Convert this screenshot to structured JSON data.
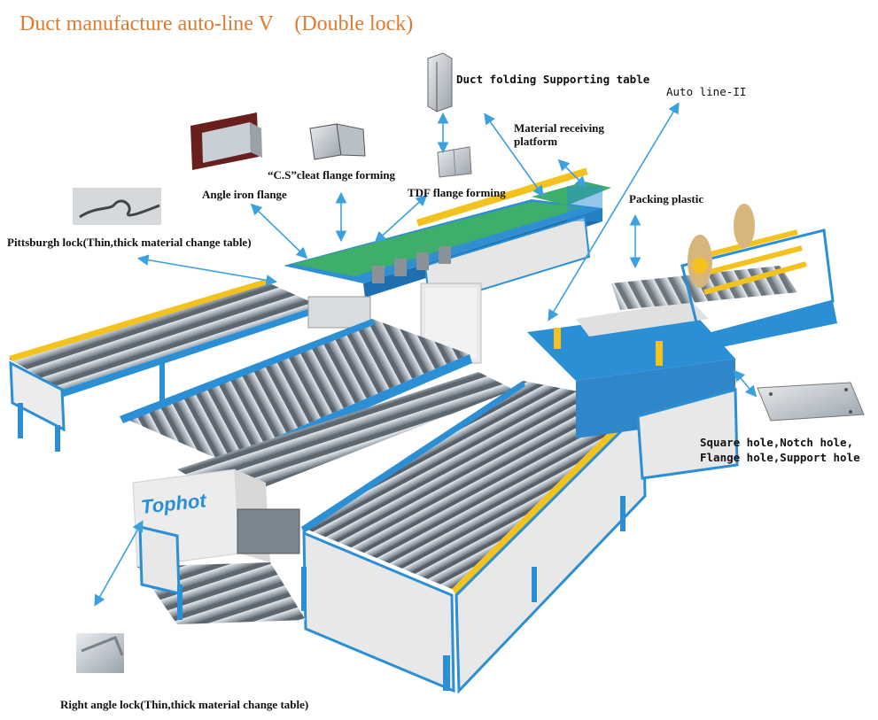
{
  "title": "Duct manufacture auto-line V　(Double lock)",
  "labels": {
    "duct_folding": "Duct folding Supporting table",
    "auto_line": "Auto line-II",
    "material_receiving_1": "Material receiving",
    "material_receiving_2": "platform",
    "cs_cleat": "“C.S”cleat flange forming",
    "angle_iron": "Angle iron flange",
    "tdf": "TDF flange forming",
    "packing": "Packing plastic",
    "pittsburgh": "Pittsburgh lock(Thin,thick material change table)",
    "square_hole_1": "Square hole,Notch hole,",
    "square_hole_2": "Flange hole,Support hole",
    "right_angle": "Right angle lock(Thin,thick material change table)"
  },
  "brand": "Tophot",
  "colors": {
    "title": "#e07a2e",
    "frame_blue": "#2b8fd6",
    "roller": "#b9c2c9",
    "arrow": "#3aa0e0",
    "yellow": "#f4c21c"
  }
}
